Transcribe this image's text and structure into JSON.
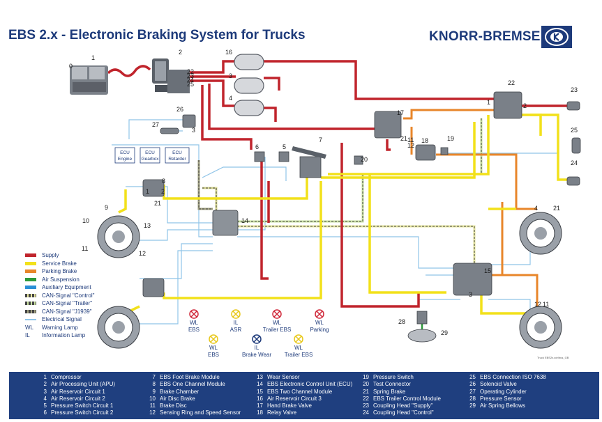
{
  "header": {
    "title": "EBS 2.x - Electronic Braking System for Trucks",
    "brand": "KNORR-BREMSE"
  },
  "colors": {
    "supply": "#c0242c",
    "service_brake": "#f2e11a",
    "parking_brake": "#e8862a",
    "air_suspension": "#2d9a3a",
    "auxiliary": "#2a8fd6",
    "electrical": "#8fc4e8",
    "footer_bg": "#1f3f7f",
    "brand_blue": "#1d3a7a"
  },
  "legend": [
    {
      "label": "Supply",
      "color": "#c0242c",
      "style": "solid"
    },
    {
      "label": "Service Brake",
      "color": "#f2e11a",
      "style": "solid"
    },
    {
      "label": "Parking Brake",
      "color": "#e8862a",
      "style": "solid"
    },
    {
      "label": "Air Suspension",
      "color": "#2d9a3a",
      "style": "solid"
    },
    {
      "label": "Auxiliary Equipment",
      "color": "#2a8fd6",
      "style": "solid"
    },
    {
      "label": "CAN-Signal \"Control\"",
      "color": "#e6e6a0",
      "style": "dashed"
    },
    {
      "label": "CAN-Signal \"Trailer\"",
      "color": "#c8e0a0",
      "style": "dashed"
    },
    {
      "label": "CAN-Signal \"J1939\"",
      "color": "#a0a080",
      "style": "dashed"
    },
    {
      "label": "Electrical Signal",
      "color": "#8fc4e8",
      "style": "thin"
    }
  ],
  "legend_abbrev": [
    {
      "abbr": "WL",
      "label": "Warning Lamp"
    },
    {
      "abbr": "IL",
      "label": "Information Lamp"
    }
  ],
  "ecu_boxes": [
    {
      "top": "ECU",
      "bottom": "Engine"
    },
    {
      "top": "ECU",
      "bottom": "Gearbox"
    },
    {
      "top": "ECU",
      "bottom": "Retarder"
    }
  ],
  "lamps": [
    {
      "type": "WL",
      "label": "WL",
      "sub": "EBS"
    },
    {
      "type": "WL",
      "label": "WL",
      "sub": "EBS"
    },
    {
      "type": "IL",
      "label": "IL",
      "sub": "ASR"
    },
    {
      "type": "IL",
      "label": "IL",
      "sub": "Brake Wear"
    },
    {
      "type": "WL",
      "label": "WL",
      "sub": "Trailer EBS"
    },
    {
      "type": "WL",
      "label": "WL",
      "sub": "Trailer EBS"
    },
    {
      "type": "WL",
      "label": "WL",
      "sub": "Parking"
    }
  ],
  "component_numbers": [
    "0",
    "1",
    "2",
    "16",
    "3",
    "4",
    "26",
    "27",
    "6",
    "5",
    "7",
    "17",
    "18",
    "19",
    "20",
    "22",
    "23",
    "25",
    "24",
    "21",
    "8",
    "9",
    "10",
    "13",
    "11",
    "12",
    "14",
    "15",
    "28",
    "29"
  ],
  "tiny_labels": [
    "22",
    "23",
    "24",
    "25",
    "11",
    "12",
    "21",
    "1",
    "2",
    "3",
    "4",
    "12",
    "11",
    "21",
    "1",
    "2",
    "3"
  ],
  "footnote": "Truck EBS2x.cdr/bus_GB",
  "footer": {
    "columns": [
      [
        {
          "num": "1",
          "label": "Compressor"
        },
        {
          "num": "2",
          "label": "Air Processing Unit (APU)"
        },
        {
          "num": "3",
          "label": "Air Reservoir Circuit 1"
        },
        {
          "num": "4",
          "label": "Air Reservoir Circuit 2"
        },
        {
          "num": "5",
          "label": "Pressure Switch Circuit 1"
        },
        {
          "num": "6",
          "label": "Pressure Switch Circuit 2"
        }
      ],
      [
        {
          "num": "7",
          "label": "EBS Foot Brake Module"
        },
        {
          "num": "8",
          "label": "EBS One Channel Module"
        },
        {
          "num": "9",
          "label": "Brake Chamber"
        },
        {
          "num": "10",
          "label": "Air Disc Brake"
        },
        {
          "num": "11",
          "label": "Brake Disc"
        },
        {
          "num": "12",
          "label": "Sensing Ring and Speed Sensor"
        }
      ],
      [
        {
          "num": "13",
          "label": "Wear Sensor"
        },
        {
          "num": "14",
          "label": "EBS Electronic Control Unit (ECU)"
        },
        {
          "num": "15",
          "label": "EBS Two Channel Module"
        },
        {
          "num": "16",
          "label": "Air Reservoir Circuit 3"
        },
        {
          "num": "17",
          "label": "Hand Brake Valve"
        },
        {
          "num": "18",
          "label": "Relay Valve"
        }
      ],
      [
        {
          "num": "19",
          "label": "Pressure Switch"
        },
        {
          "num": "20",
          "label": "Test Connector"
        },
        {
          "num": "21",
          "label": "Spring Brake"
        },
        {
          "num": "22",
          "label": "EBS Trailer Control Module"
        },
        {
          "num": "23",
          "label": "Coupling Head \"Supply\""
        },
        {
          "num": "24",
          "label": "Coupling Head \"Control\""
        }
      ],
      [
        {
          "num": "25",
          "label": "EBS Connection ISO 7638"
        },
        {
          "num": "26",
          "label": "Solenoid Valve"
        },
        {
          "num": "27",
          "label": "Operating Cylinder"
        },
        {
          "num": "28",
          "label": "Pressure Sensor"
        },
        {
          "num": "29",
          "label": "Air Spring Bellows"
        }
      ]
    ]
  }
}
